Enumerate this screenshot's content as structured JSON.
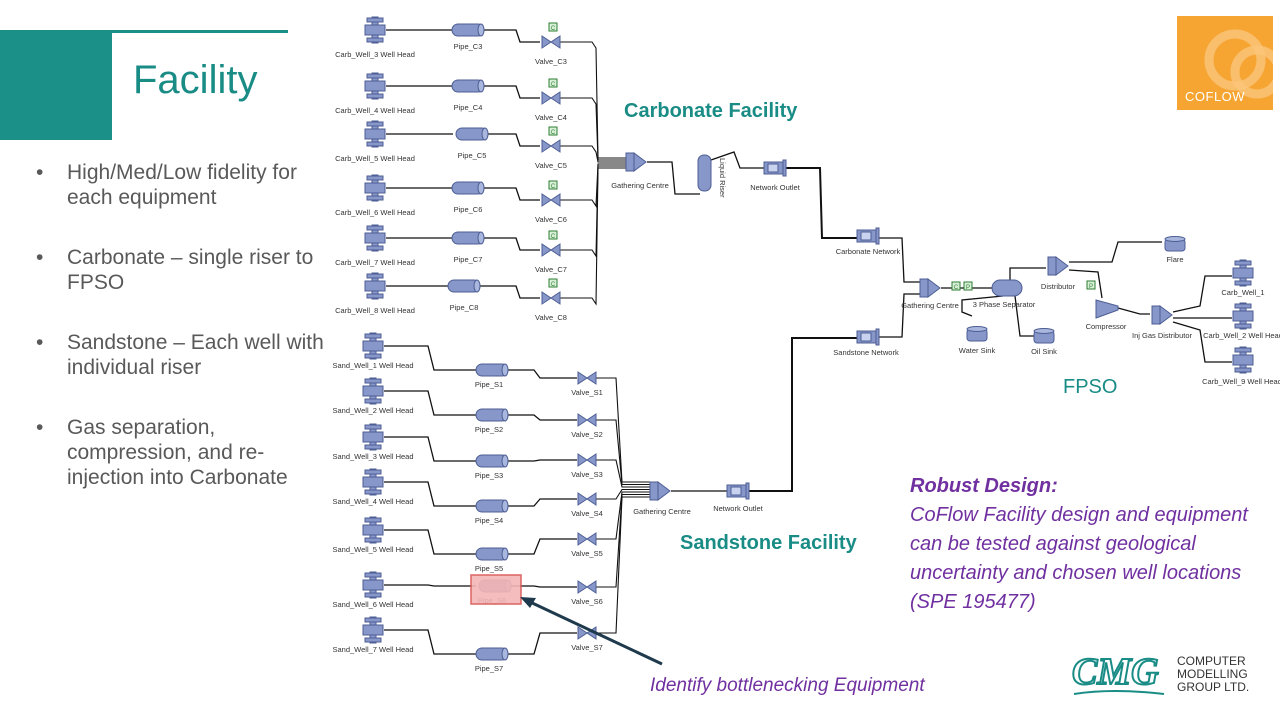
{
  "slide": {
    "title": "Facility",
    "bullets": [
      "High/Med/Low fidelity for each equipment",
      "Carbonate – single riser to FPSO",
      "Sandstone – Each well with individual riser",
      "Gas separation, compression, and re-injection into Carbonate"
    ]
  },
  "logo": {
    "text": "COFLOW"
  },
  "labels": {
    "carbonate_facility": "Carbonate Facility",
    "sandstone_facility": "Sandstone Facility",
    "fpso": "FPSO"
  },
  "robust": {
    "heading": "Robust Design:",
    "body": "CoFlow Facility design and equipment can be tested against geological uncertainty and chosen well locations (SPE 195477)"
  },
  "bottleneck_note": "Identify bottlenecking Equipment",
  "cmg": {
    "mark": "CMG",
    "line1": "COMPUTER",
    "line2": "MODELLING",
    "line3": "GROUP LTD."
  },
  "diagram": {
    "carbonate_wells": [
      {
        "well": "Carb_Well_3 Well Head",
        "pipe": "Pipe_C3",
        "valve": "Valve_C3"
      },
      {
        "well": "Carb_Well_4 Well Head",
        "pipe": "Pipe_C4",
        "valve": "Valve_C4"
      },
      {
        "well": "Carb_Well_5 Well Head",
        "pipe": "Pipe_C5",
        "valve": "Valve_C5"
      },
      {
        "well": "Carb_Well_6 Well Head",
        "pipe": "Pipe_C6",
        "valve": "Valve_C6"
      },
      {
        "well": "Carb_Well_7 Well Head",
        "pipe": "Pipe_C7",
        "valve": "Valve_C7"
      },
      {
        "well": "Carb_Well_8 Well Head",
        "pipe": "Pipe_C8",
        "valve": "Valve_C8"
      }
    ],
    "sandstone_wells": [
      {
        "well": "Sand_Well_1 Well Head",
        "pipe": "Pipe_S1",
        "valve": "Valve_S1"
      },
      {
        "well": "Sand_Well_2 Well Head",
        "pipe": "Pipe_S2",
        "valve": "Valve_S2"
      },
      {
        "well": "Sand_Well_3 Well Head",
        "pipe": "Pipe_S3",
        "valve": "Valve_S3"
      },
      {
        "well": "Sand_Well_4 Well Head",
        "pipe": "Pipe_S4",
        "valve": "Valve_S4"
      },
      {
        "well": "Sand_Well_5 Well Head",
        "pipe": "Pipe_S5",
        "valve": "Valve_S5"
      },
      {
        "well": "Sand_Well_6 Well Head",
        "pipe": "Pipe_S6",
        "valve": "Valve_S6"
      },
      {
        "well": "Sand_Well_7 Well Head",
        "pipe": "Pipe_S7",
        "valve": "Valve_S7"
      }
    ],
    "nodes": {
      "carb_gathering": "Gathering Centre",
      "liquid_riser": "Liquid Riser",
      "carb_outlet": "Network Outlet",
      "carbonate_network": "Carbonate Network",
      "sand_gathering": "Gathering Centre",
      "sand_outlet": "Network Outlet",
      "sandstone_network": "Sandstone Network",
      "fpso_gathering": "Gathering Centre",
      "separator": "3 Phase Separator",
      "water_sink": "Water Sink",
      "oil_sink": "Oil Sink",
      "distributor": "Distributor",
      "flare": "Flare",
      "compressor": "Compressor",
      "inj_distributor": "Inj Gas Distributor",
      "inj_well_1": "Carb_Well_1",
      "inj_well_2": "Carb_Well_2 Well Head",
      "inj_well_9": "Carb_Well_9 Well Head",
      "controller_mark": "C",
      "pump_mark": "P"
    }
  }
}
